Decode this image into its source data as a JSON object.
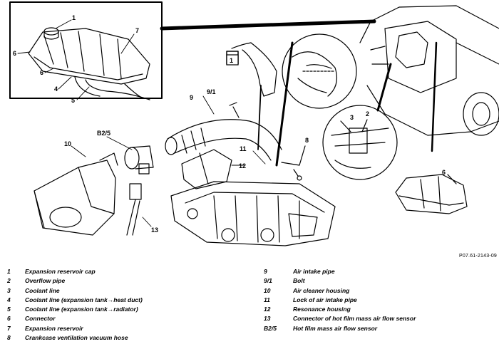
{
  "figure": {
    "reference": "P07.61-2143-09",
    "boxed_label": "1",
    "callouts": {
      "inset_1": "1",
      "inset_7": "7",
      "inset_6a": "6",
      "inset_6b": "6",
      "inset_4": "4",
      "inset_5": "5",
      "c9_1": "9/1",
      "c9": "9",
      "c8": "8",
      "cB2_5": "B2/5",
      "c10": "10",
      "c11": "11",
      "c12": "12",
      "c13": "13",
      "det_3": "3",
      "det_2": "2",
      "det_6": "6"
    }
  },
  "legend": {
    "left": [
      {
        "num": "1",
        "text": "Expansion reservoir cap"
      },
      {
        "num": "2",
        "text": "Overflow pipe"
      },
      {
        "num": "3",
        "text": "Coolant line"
      },
      {
        "num": "4",
        "text": "Coolant line (expansion tank→heat duct)"
      },
      {
        "num": "5",
        "text": "Coolant line (expansion tank→radiator)"
      },
      {
        "num": "6",
        "text": "Connector"
      },
      {
        "num": "7",
        "text": "Expansion reservoir"
      },
      {
        "num": "8",
        "text": "Crankcase ventilation vacuum hose"
      }
    ],
    "right": [
      {
        "num": "9",
        "text": "Air intake pipe"
      },
      {
        "num": "9/1",
        "text": "Bolt"
      },
      {
        "num": "10",
        "text": "Air cleaner housing"
      },
      {
        "num": "11",
        "text": "Lock of air intake pipe"
      },
      {
        "num": "12",
        "text": "Resonance housing"
      },
      {
        "num": "13",
        "text": "Connector of hot film mass air flow sensor"
      },
      {
        "num": "B2/5",
        "text": "Hot film mass air flow sensor"
      }
    ]
  }
}
